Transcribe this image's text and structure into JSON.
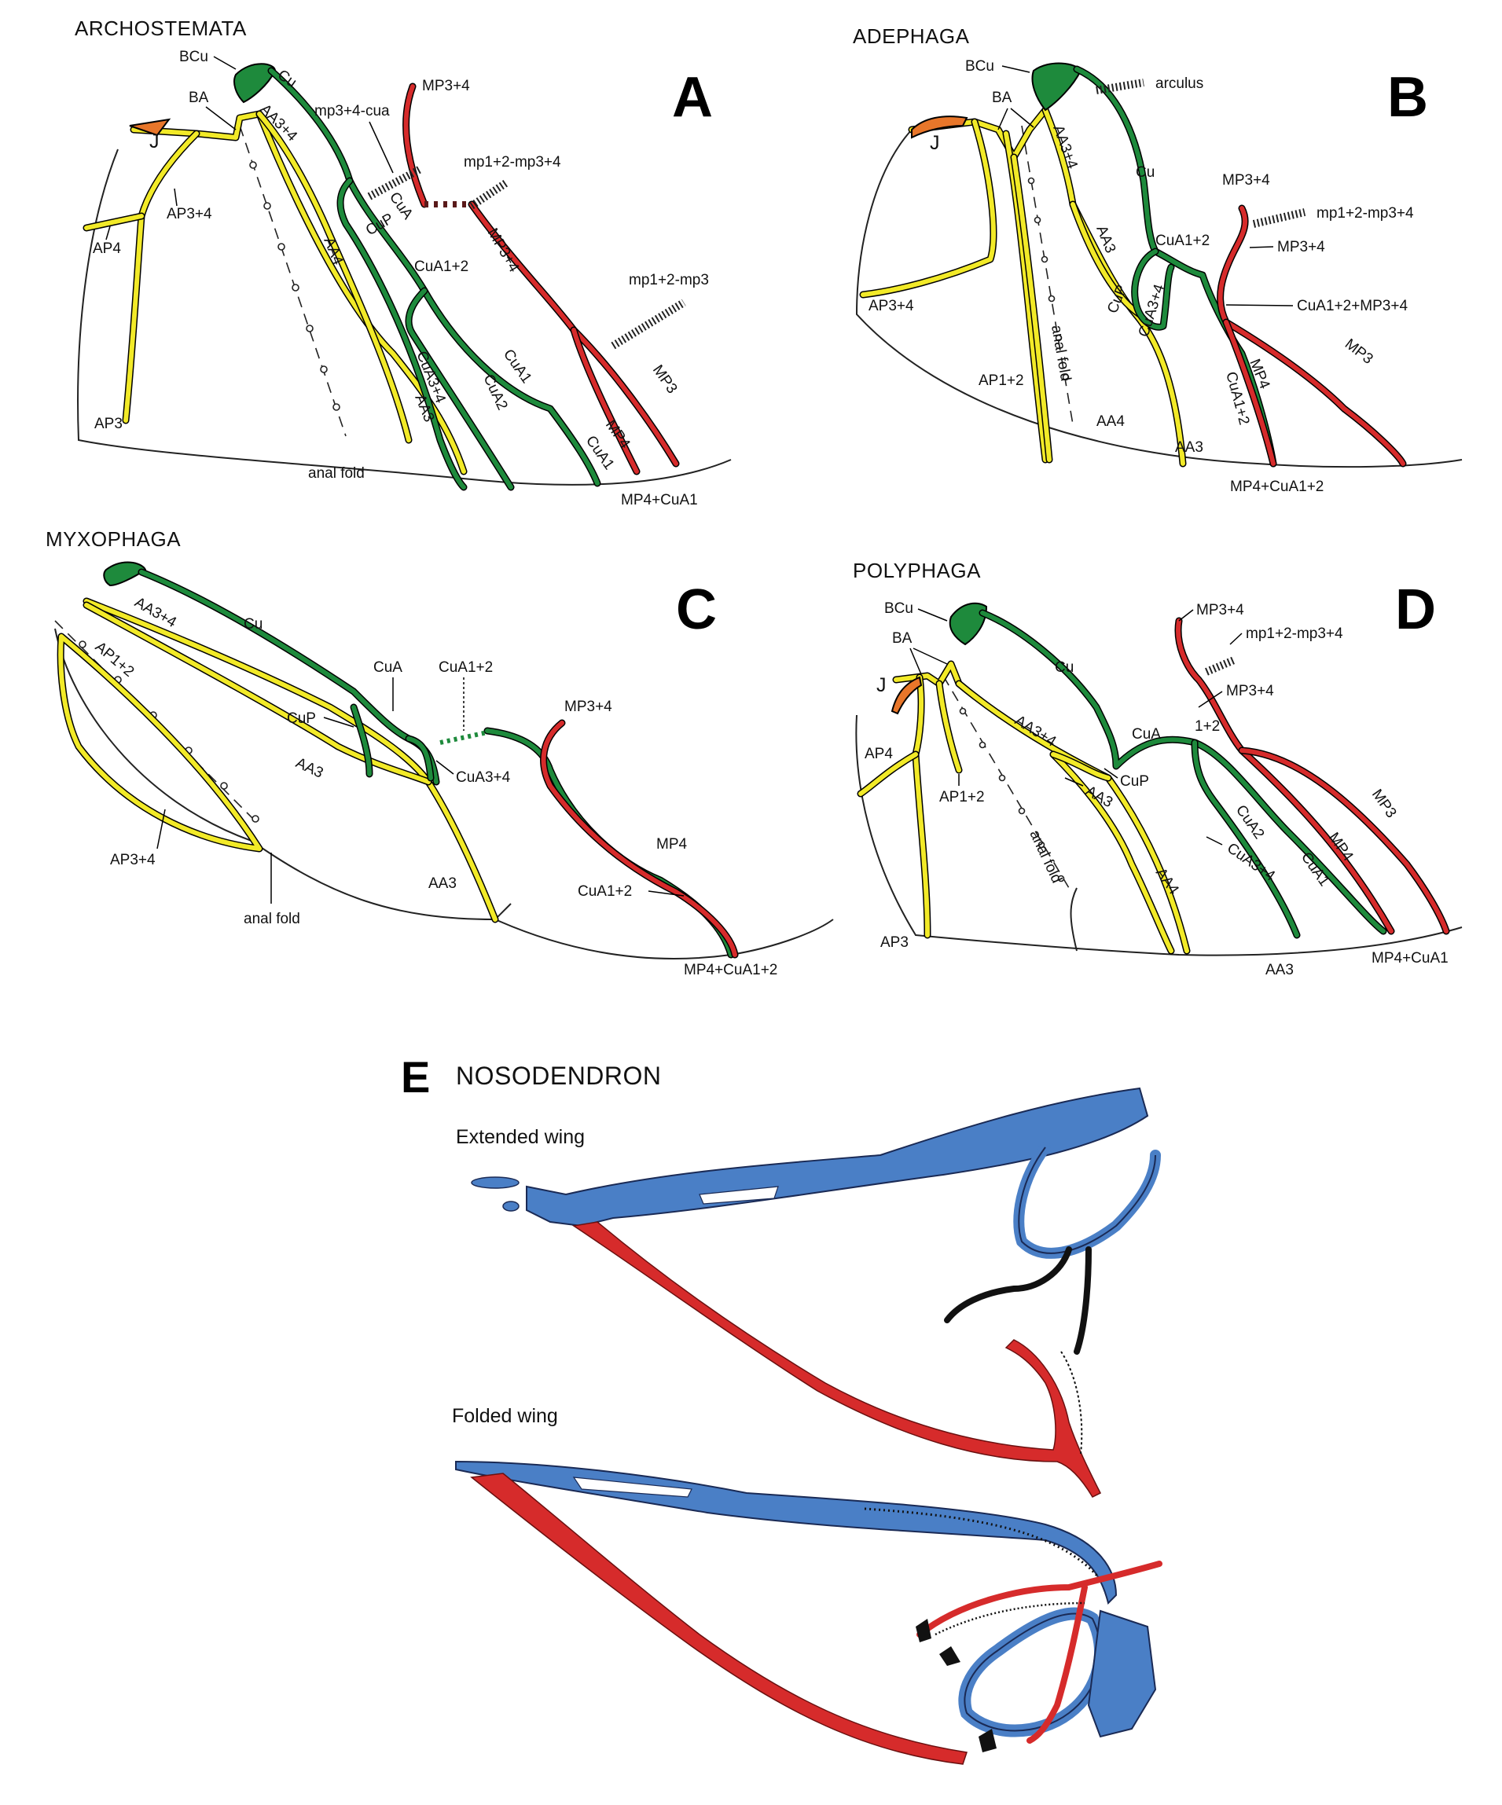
{
  "colors": {
    "anal_vein": "#f2ea28",
    "cubital_vein": "#1e8a3c",
    "medial_vein": "#d62b2b",
    "jugal_vein": "#e8762a",
    "wing_E": "#4a7fc6",
    "outline": "#222222"
  },
  "panels": {
    "A": {
      "letter": "A",
      "group": "ARCHOSTEMATA",
      "labels": [
        "BCu",
        "Cu",
        "MP3+4",
        "BA",
        "AA3+4",
        "mp3+4-cua",
        "mp1+2-mp3+4",
        "J",
        "AP3+4",
        "AP4",
        "CuA",
        "CuP",
        "CuA1+2",
        "MP3+4",
        "mp1+2-mp3",
        "AA4",
        "CuA3+4",
        "CuA1",
        "CuA2",
        "AA3",
        "MP3",
        "MP4",
        "CuA1",
        "AP3",
        "anal fold",
        "MP4+CuA1"
      ]
    },
    "B": {
      "letter": "B",
      "group": "ADEPHAGA",
      "labels": [
        "BCu",
        "arculus",
        "BA",
        "J",
        "AA3+4",
        "Cu",
        "MP3+4",
        "mp1+2-mp3+4",
        "MP3+4",
        "CuA1+2",
        "AA3",
        "CuP",
        "CuA3+4",
        "CuA1+2+MP3+4",
        "AP3+4",
        "anal fold",
        "AP1+2",
        "AA4",
        "MP3",
        "MP4",
        "CuA1+2",
        "AA3",
        "MP4+CuA1+2"
      ]
    },
    "C": {
      "letter": "C",
      "group": "MYXOPHAGA",
      "labels": [
        "Cu",
        "AA3+4",
        "CuA",
        "CuA1+2",
        "MP3+4",
        "AP1+2",
        "CuP",
        "AA3",
        "CuA3+4",
        "AP3+4",
        "AA3",
        "MP4",
        "CuA1+2",
        "anal fold",
        "MP4+CuA1+2"
      ]
    },
    "D": {
      "letter": "D",
      "group": "POLYPHAGA",
      "labels": [
        "BCu",
        "MP3+4",
        "mp1+2-mp3+4",
        "BA",
        "Cu",
        "MP3+4",
        "J",
        "CuA",
        "1+2",
        "AA3+4",
        "AP4",
        "AP1+2",
        "CuP",
        "AA3",
        "anal fold",
        "MP3",
        "CuA2",
        "MP4",
        "CuA1",
        "CuA3+4",
        "AA4",
        "AP3",
        "AA3",
        "MP4+CuA1"
      ]
    },
    "E": {
      "letter": "E",
      "group": "NOSODENDRON",
      "extended_label": "Extended wing",
      "folded_label": "Folded wing"
    }
  }
}
